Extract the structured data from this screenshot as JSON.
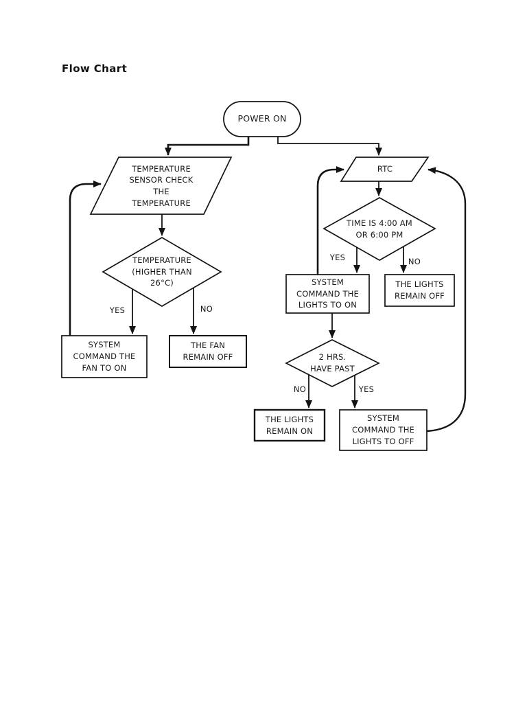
{
  "page": {
    "title": "Flow Chart"
  },
  "colors": {
    "line": "#141414",
    "text": "#1a1a1a",
    "background": "#ffffff"
  },
  "nodes": {
    "power_on": {
      "type": "terminator",
      "label": "POWER ON"
    },
    "temp_sensor": {
      "type": "input-output",
      "label": "TEMPERATURE\nSENSOR CHECK\nTHE\nTEMPERATURE"
    },
    "temp_check": {
      "type": "decision",
      "label": "TEMPERATURE\n(HIGHER THAN\n26°C)"
    },
    "fan_on": {
      "type": "process",
      "label": "SYSTEM\nCOMMAND THE\nFAN TO ON"
    },
    "fan_off": {
      "type": "process",
      "label": "THE FAN\nREMAIN OFF"
    },
    "rtc": {
      "type": "input-output",
      "label": "RTC"
    },
    "time_check": {
      "type": "decision",
      "label": "TIME IS 4:00 AM\nOR 6:00 PM"
    },
    "lights_on": {
      "type": "process",
      "label": "SYSTEM\nCOMMAND THE\nLIGHTS TO ON"
    },
    "lights_remain_off": {
      "type": "process",
      "label": "THE LIGHTS\nREMAIN OFF"
    },
    "two_hrs": {
      "type": "decision",
      "label": "2 HRS.\nHAVE PAST"
    },
    "lights_remain_on": {
      "type": "process",
      "label": "THE LIGHTS\nREMAIN ON"
    },
    "lights_to_off": {
      "type": "process",
      "label": "SYSTEM\nCOMMAND THE\nLIGHTS TO OFF"
    }
  },
  "edge_labels": {
    "temp_yes": "YES",
    "temp_no": "NO",
    "time_yes": "YES",
    "time_no": "NO",
    "hrs_no": "NO",
    "hrs_yes": "YES"
  }
}
